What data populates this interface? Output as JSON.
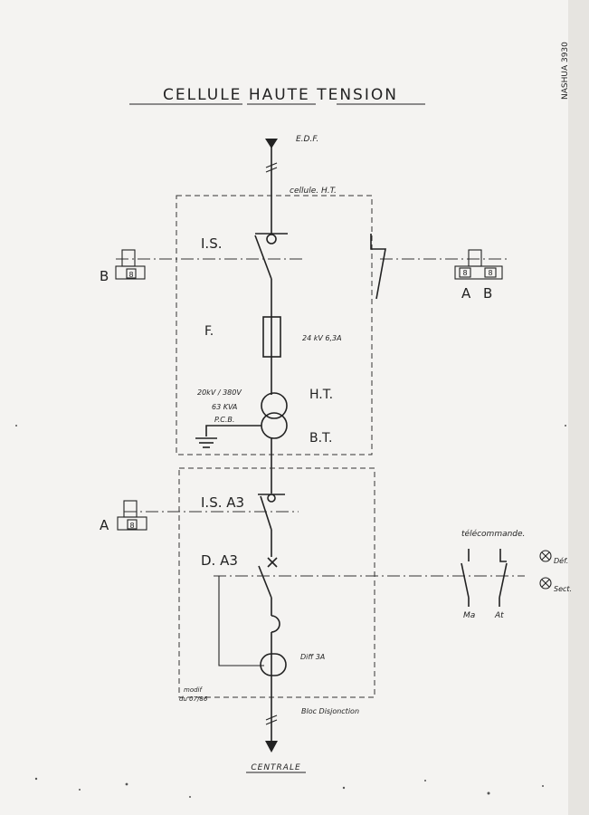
{
  "title": "CELLULE HAUTE TENSION",
  "side_stamp": "NASHUA 3930",
  "labels": {
    "supply": "E.D.F.",
    "cell_ht": "cellule. H.T.",
    "is": "I.S.",
    "fuse": "F.",
    "fuse_rating": "24 kV   6,3A",
    "transformer_spec_1": "20kV / 380V",
    "transformer_spec_2": "63 KVA",
    "transformer_spec_3": "P.C.B.",
    "ht": "H.T.",
    "bt": "B.T.",
    "is_a3": "I.S. A3",
    "d_a3": "D. A3",
    "diff": "Diff  3A",
    "modif_1": "modif",
    "modif_2": "du 07/86",
    "bloc": "Bloc Disjonction",
    "centrale": "CENTRALE",
    "telecommande": "télécommande.",
    "def": "Déf.",
    "sect": "Sect.",
    "ma": "Ma",
    "at": "At"
  },
  "interlocks": {
    "left_top": "B",
    "right_top_a": "A",
    "right_top_b": "B",
    "left_mid": "A"
  }
}
